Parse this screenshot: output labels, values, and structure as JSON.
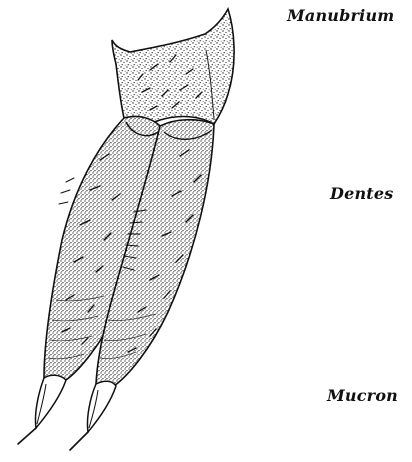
{
  "labels": {
    "manubrium": "Manubrium",
    "dentes": "Dentes",
    "mucron": "Mucron"
  },
  "colors": {
    "ink": "#111111",
    "background": "#ffffff"
  }
}
